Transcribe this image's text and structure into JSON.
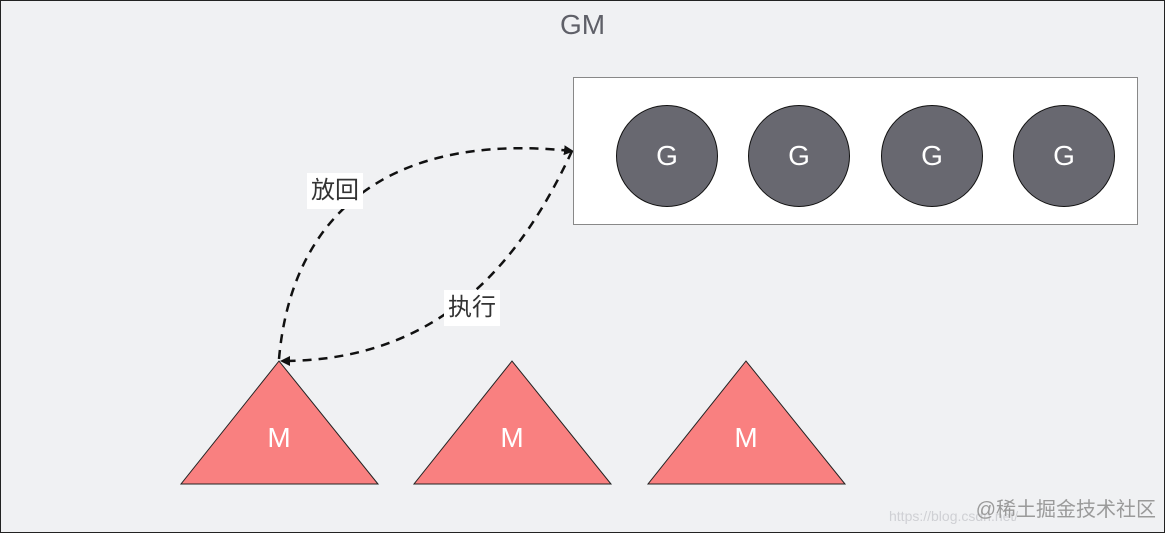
{
  "diagram": {
    "title": "GM",
    "goroutines": [
      "G",
      "G",
      "G",
      "G"
    ],
    "machines": [
      "M",
      "M",
      "M"
    ],
    "edges": [
      {
        "label": "放回",
        "from": "M",
        "to": "G-queue"
      },
      {
        "label": "执行",
        "from": "G-queue",
        "to": "M"
      }
    ],
    "colors": {
      "background": "#f0f1f3",
      "goroutine": "#686870",
      "machine": "#f98080",
      "arrow": "#111111"
    }
  },
  "watermark": {
    "text": "@稀土掘金技术社区",
    "sub_text": "https://blog.csdn.net/"
  }
}
